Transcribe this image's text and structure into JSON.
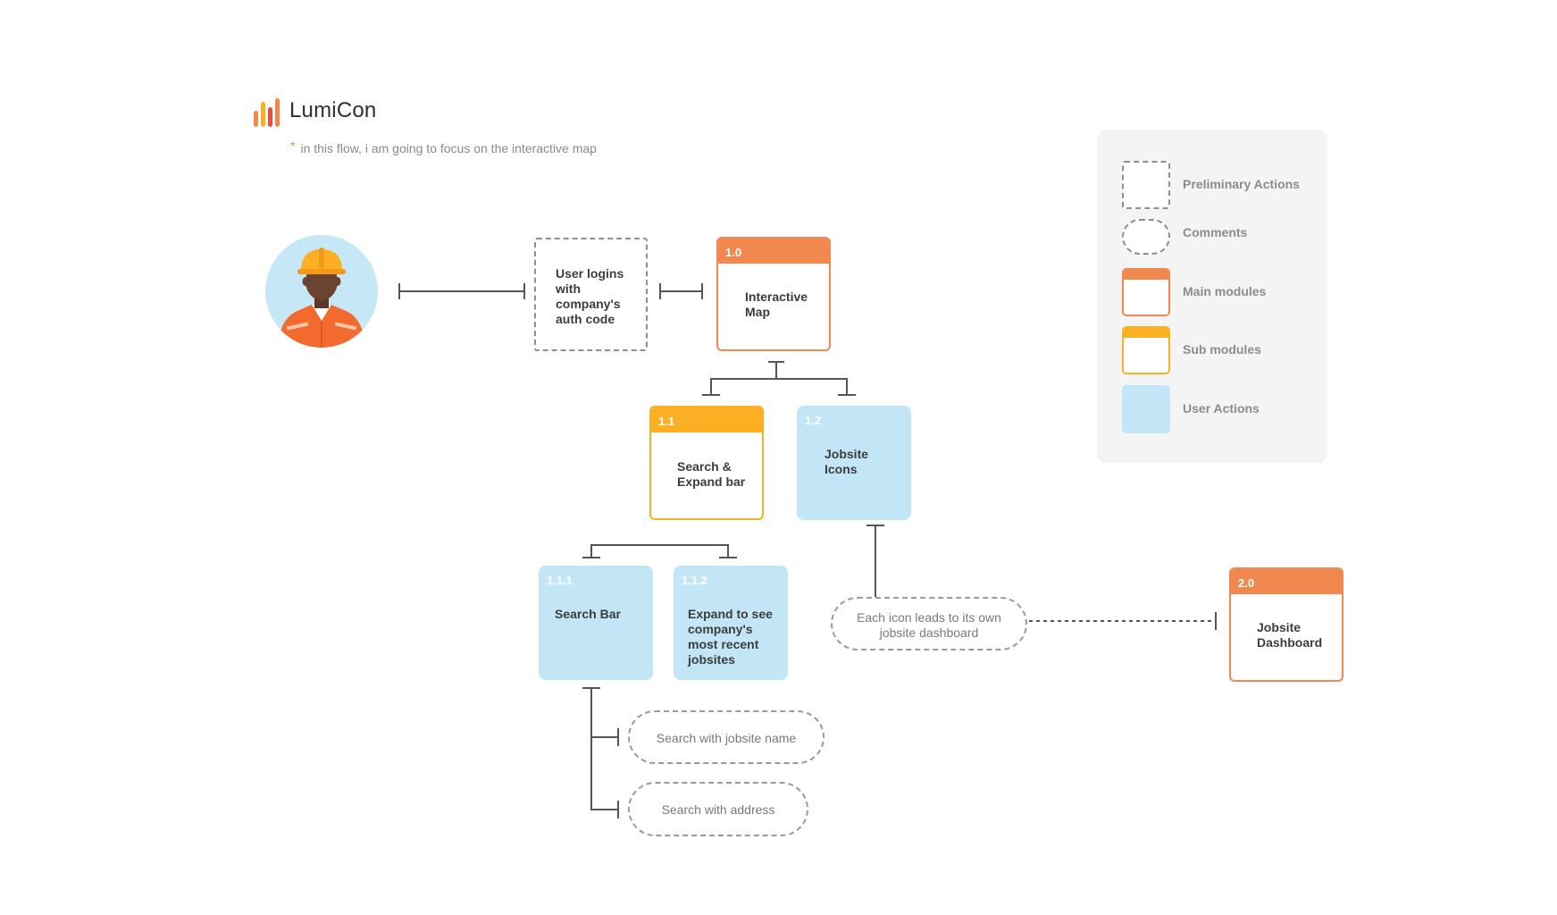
{
  "brand": {
    "name": "LumiCon",
    "colors": [
      "#f0884f",
      "#fbb023",
      "#e94d3f",
      "#f0884f"
    ]
  },
  "note": {
    "marker": "*",
    "text": "in this flow, i am going to focus on the interactive map"
  },
  "legend": {
    "items": [
      {
        "label": "Preliminary Actions",
        "style": "dashed-square"
      },
      {
        "label": "Comments",
        "style": "dashed-pill"
      },
      {
        "label": "Main modules",
        "style": "orange-header"
      },
      {
        "label": "Sub modules",
        "style": "yellow-header"
      },
      {
        "label": "User Actions",
        "style": "light-blue-fill"
      }
    ]
  },
  "nodes": {
    "login": {
      "text": "User logins with company's auth code"
    },
    "m1_0": {
      "number": "1.0",
      "text": "Interactive Map"
    },
    "s1_1": {
      "number": "1.1",
      "text": "Search & Expand bar"
    },
    "a1_2": {
      "number": "1.2",
      "text": "Jobsite Icons"
    },
    "a1_1_1": {
      "number": "1.1.1",
      "text": "Search Bar"
    },
    "a1_1_2": {
      "number": "1.1.2",
      "text": "Expand to see company's most recent jobsites"
    },
    "m2_0": {
      "number": "2.0",
      "text": "Jobsite Dashboard"
    }
  },
  "comments": {
    "icon_comment": "Each icon leads to its own jobsite dashboard",
    "search_name": "Search with jobsite name",
    "search_address": "Search with address"
  },
  "colors": {
    "main": "#f0884f",
    "sub": "#fbb023",
    "action": "#c2e6f5",
    "connector": "#555555",
    "dashed": "#8f8f8f"
  },
  "icons": {
    "avatar": "construction-worker-icon",
    "logo": "lumicon-bars-icon"
  }
}
